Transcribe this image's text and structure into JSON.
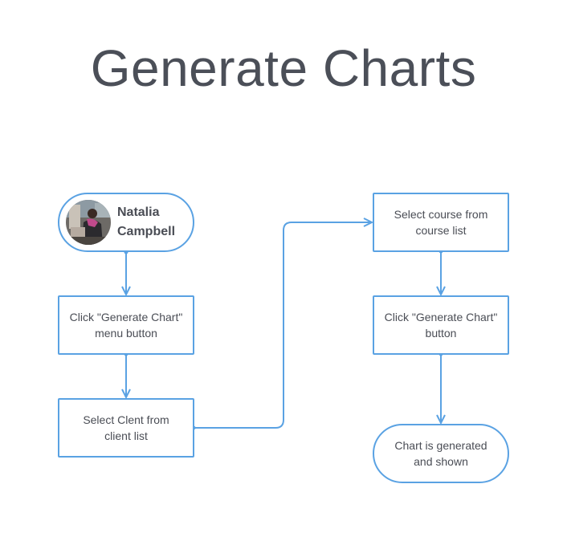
{
  "title": "Generate Charts",
  "colors": {
    "connector": "#5aa2e3",
    "node_border": "#5aa2e3",
    "title_text": "#4b4f58",
    "node_text": "#4a4d55"
  },
  "nodes": {
    "user": {
      "name": "Natalia Campbell",
      "icon": "avatar-photo"
    },
    "step_generate_chart_menu": "Click \"Generate Chart\" menu button",
    "step_select_client": "Select Clent from client list",
    "step_select_course": "Select course from course list",
    "step_generate_chart_button": "Click \"Generate Chart\" button",
    "step_chart_shown": "Chart is generated and shown"
  }
}
